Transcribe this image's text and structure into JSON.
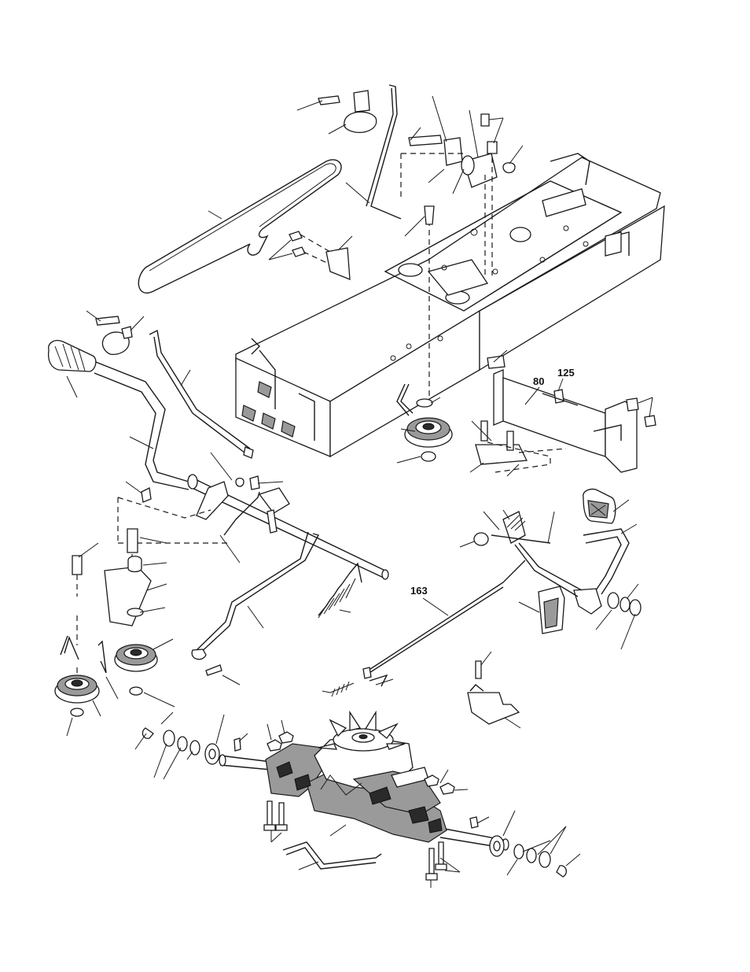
{
  "callouts": {
    "c80": "80",
    "c125": "125",
    "c163": "163"
  }
}
